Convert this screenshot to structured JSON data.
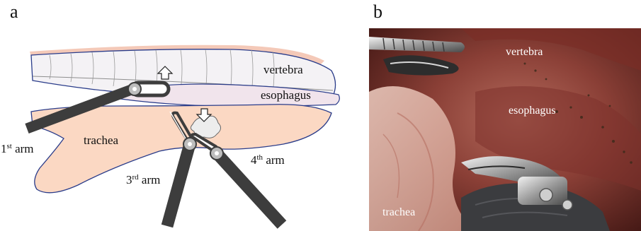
{
  "panels": {
    "a": {
      "letter": "a"
    },
    "b": {
      "letter": "b"
    }
  },
  "diagram": {
    "labels": {
      "vertebra": "vertebra",
      "esophagus": "esophagus",
      "trachea": "trachea",
      "arm1_num": "1",
      "arm1_sup": "st",
      "arm1_word": " arm",
      "arm3_num": "3",
      "arm3_sup": "rd",
      "arm3_word": " arm",
      "arm4_num": "4",
      "arm4_sup": "th",
      "arm4_word": " arm"
    },
    "colors": {
      "vertebra_fill": "#f3f1f4",
      "vertebra_top": "#f4c9b8",
      "esophagus_fill": "#f1e4ec",
      "trachea_fill": "#fbd8c3",
      "outline": "#2a3c8a",
      "arm": "#3d3d3d",
      "pivot": "#bdbdbd"
    }
  },
  "photo": {
    "labels": {
      "vertebra": "vertebra",
      "esophagus": "esophagus",
      "trachea": "trachea"
    }
  }
}
